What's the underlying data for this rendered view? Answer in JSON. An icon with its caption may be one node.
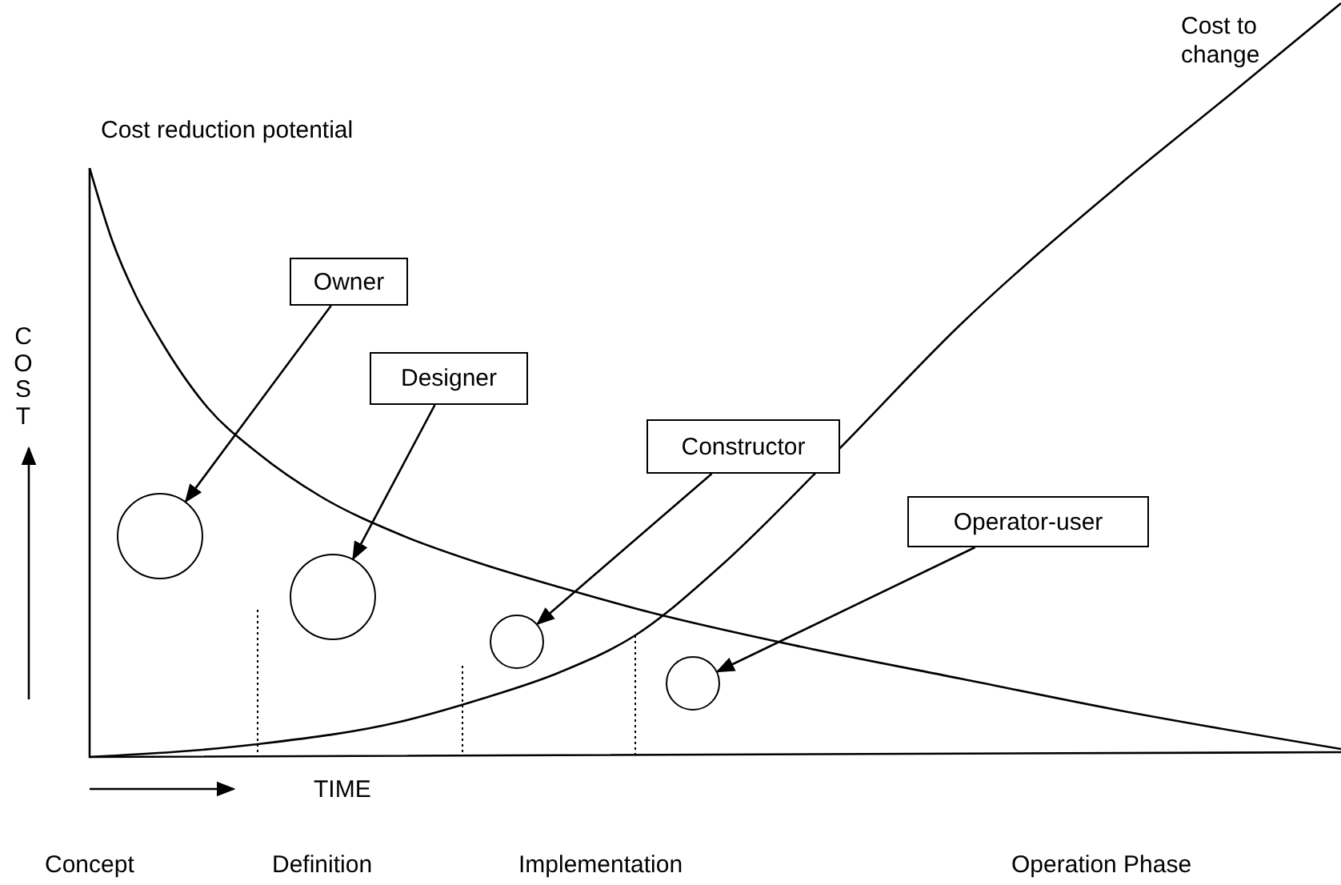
{
  "diagram": {
    "nodes": [
      {
        "text": [
          "Owner"
        ]
      },
      {
        "text": [
          "Designer"
        ]
      },
      {
        "text": [
          "Constructor"
        ]
      },
      {
        "text": [
          "Operator-user"
        ]
      },
      {
        "text": [],
        "shape": "circle"
      },
      {
        "text": [],
        "shape": "circle"
      },
      {
        "text": [],
        "shape": "circle"
      },
      {
        "text": [],
        "shape": "circle"
      }
    ],
    "edges": [
      {
        "from": 0,
        "to": 4,
        "arrow": "to"
      },
      {
        "from": 1,
        "to": 5,
        "arrow": "to"
      },
      {
        "from": 2,
        "to": 6,
        "arrow": "to"
      },
      {
        "from": 3,
        "to": 7,
        "arrow": "to"
      }
    ],
    "labels": [
      "Cost to change",
      "Cost reduction potential",
      "COST",
      "TIME",
      "Concept",
      "Definition",
      "Implementation",
      "Operation Phase"
    ]
  }
}
